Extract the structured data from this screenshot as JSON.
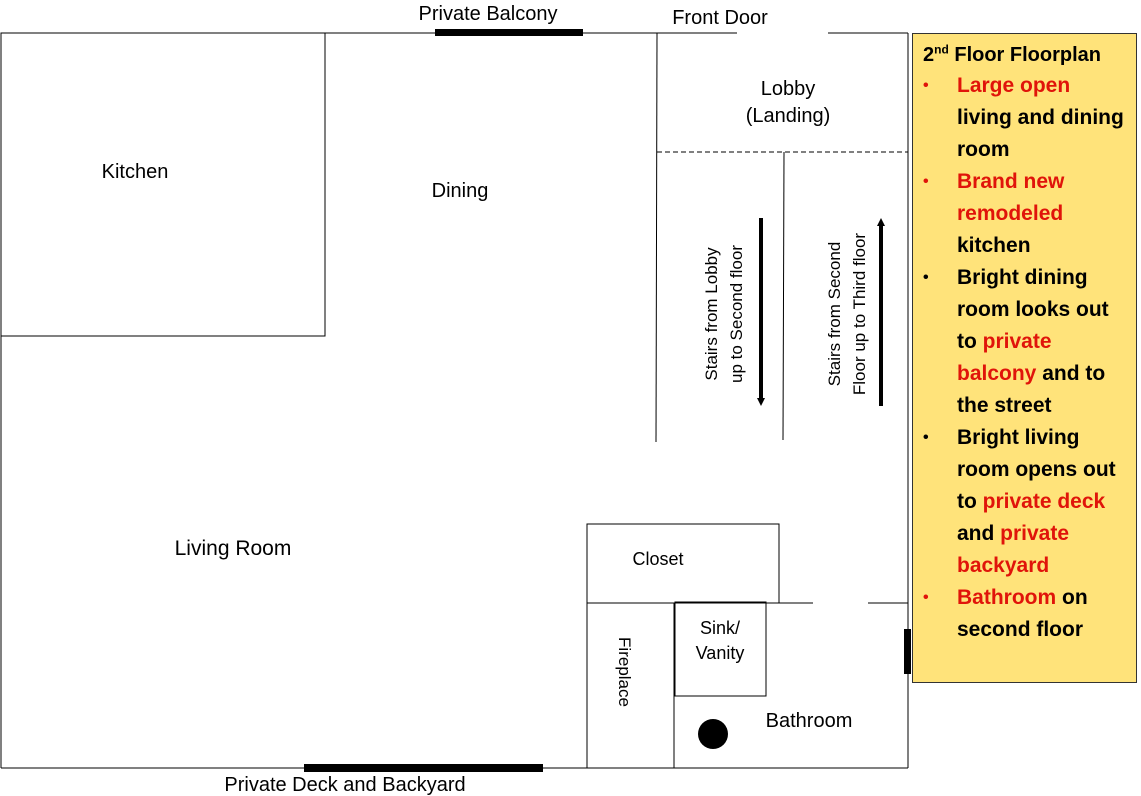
{
  "labels": {
    "private_balcony": "Private Balcony",
    "front_door": "Front Door",
    "lobby_line1": "Lobby",
    "lobby_line2": "(Landing)",
    "kitchen": "Kitchen",
    "dining": "Dining",
    "stairs_down_line1": "Stairs from Lobby",
    "stairs_down_line2": "up to Second floor",
    "stairs_up_line1": "Stairs from Second",
    "stairs_up_line2": "Floor up to Third floor",
    "living_room": "Living Room",
    "closet": "Closet",
    "sink_line1": "Sink/",
    "sink_line2": "Vanity",
    "fireplace": "Fireplace",
    "bathroom": "Bathroom",
    "private_deck": "Private Deck and Backyard"
  },
  "panel": {
    "title_prefix": "2",
    "title_sup": "nd",
    "title_suffix": " Floor Floorplan",
    "bullets": [
      {
        "parts": [
          {
            "text": "Large open",
            "color": "red"
          },
          {
            "text": " living and dining room",
            "color": "black"
          }
        ],
        "bullet_color": "red"
      },
      {
        "parts": [
          {
            "text": "Brand new remodeled",
            "color": "red"
          },
          {
            "text": " kitchen",
            "color": "black"
          }
        ],
        "bullet_color": "red"
      },
      {
        "parts": [
          {
            "text": "Bright dining room looks out to ",
            "color": "black"
          },
          {
            "text": "private balcony",
            "color": "red"
          },
          {
            "text": " and to the street",
            "color": "black"
          }
        ],
        "bullet_color": "black"
      },
      {
        "parts": [
          {
            "text": "Bright living room opens out to ",
            "color": "black"
          },
          {
            "text": "private deck",
            "color": "red"
          },
          {
            "text": " and ",
            "color": "black"
          },
          {
            "text": "private backyard",
            "color": "red"
          }
        ],
        "bullet_color": "black"
      },
      {
        "parts": [
          {
            "text": "Bathroom",
            "color": "red"
          },
          {
            "text": " on second floor",
            "color": "black"
          }
        ],
        "bullet_color": "red"
      }
    ]
  },
  "colors": {
    "panel_bg": "#ffe37a",
    "highlight": "#e0140a",
    "wall": "#000000"
  }
}
